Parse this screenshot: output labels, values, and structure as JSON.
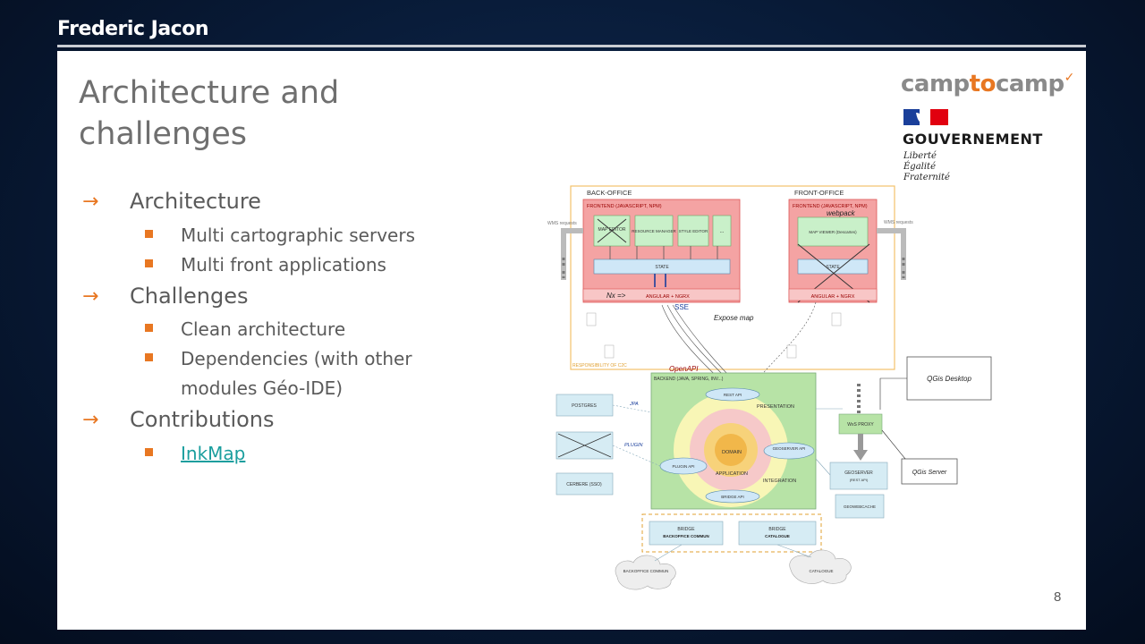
{
  "speaker": "Frederic Jacon",
  "slide": {
    "title": "Architecture and challenges",
    "page_number": "8",
    "bullets": [
      {
        "text": "Architecture",
        "children": [
          "Multi cartographic servers",
          "Multi front applications"
        ]
      },
      {
        "text": "Challenges",
        "children": [
          "Clean architecture",
          "Dependencies (with other modules Géo-IDE)"
        ]
      },
      {
        "text": "Contributions",
        "children": [
          "InkMap"
        ]
      }
    ]
  },
  "logos": {
    "c2c_camp": "camp",
    "c2c_to": "to",
    "c2c_camp2": "camp",
    "gov_name": "GOUVERNEMENT",
    "motto": [
      "Liberté",
      "Égalité",
      "Fraternité"
    ]
  },
  "diagram": {
    "back_office": "BACK-OFFICE",
    "front_office": "FRONT-OFFICE",
    "frontend_js_left": "FRONTEND (JAVASCRIPT, NPM)",
    "frontend_js_right": "FRONTEND (JAVASCRIPT, NPM)",
    "map_editor": "MAP EDITOR",
    "resource_manager": "RESOURCE MANAGER",
    "style_editor": "STYLE EDITOR",
    "dots": "...",
    "state": "STATE",
    "angular_left": "ANGULAR + NGRX",
    "nx_note": "Nx =>",
    "webpack_note": "webpack",
    "map_viewer": "MAP VIEWER (Descartes)",
    "state_right": "STATE",
    "angular_right": "ANGULAR + NGRX",
    "wms_requests_left": "WMS requests",
    "wms_requests_right": "WMS requests",
    "sse": "SSE",
    "expose_map": "Expose map",
    "openapi": "OpenAPI",
    "responsibility": "RESPONSIBILITY OF C2C",
    "backend": "BACKEND (JAVA, SPRING, INV...)",
    "rest_api": "REST API",
    "presentation": "PRESENTATION",
    "domain": "DOMAIN",
    "application": "APPLICATION",
    "geoserver_api": "GEOSERVER API",
    "plugin_api": "PLUGIN API",
    "integration": "INTEGRATION",
    "bridge_api": "BRIDGE API",
    "postgres": "POSTGRES",
    "jpa": "JPA",
    "plugin": "PLUGIN",
    "cerbere": "CERBERE (SSO)",
    "wms_proxy": "WxS PROXY",
    "geoserver": "GEOSERVER",
    "geoserver_sub": "(REST API)",
    "geowebcache": "GEOWEBCACHE",
    "qgis_desktop": "QGis Desktop",
    "qgis_server": "QGis Server",
    "bridge_left": "BRIDGE",
    "bridge_left_sub": "BACKOFFICE COMMUN",
    "bridge_right": "BRIDGE",
    "bridge_right_sub": "CATALOGUE",
    "cloud_left": "BACKOFFICE COMMUN",
    "cloud_right": "CATALOGUE"
  }
}
